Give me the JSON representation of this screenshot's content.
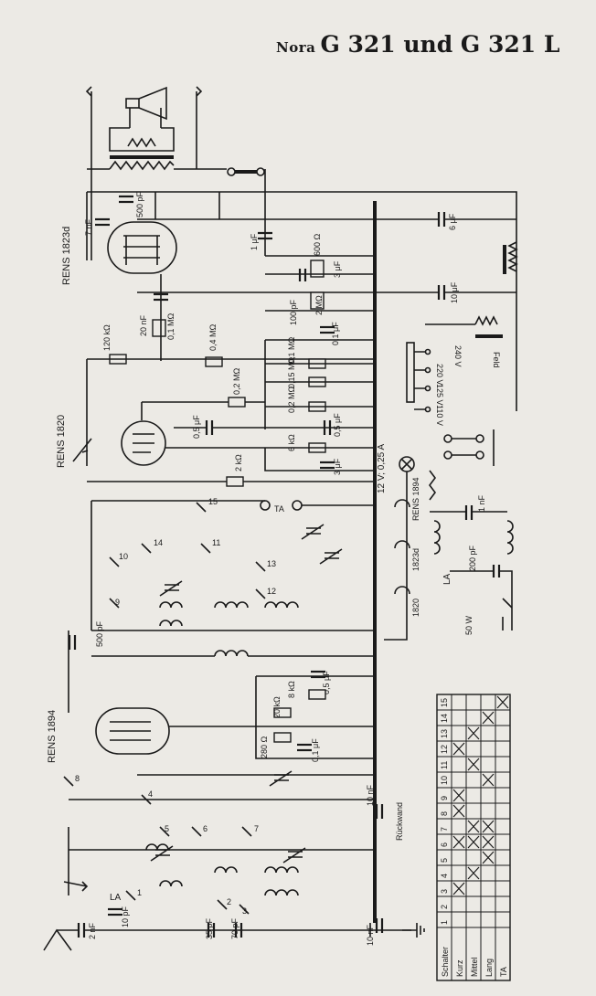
{
  "title": {
    "brand": "Nora",
    "model": "G 321 und G 321 L"
  },
  "tubes": {
    "output": "RENS 1823d",
    "audio": "RENS 1820",
    "rf": "RENS 1894"
  },
  "voltages": [
    "240 V",
    "220 V",
    "125 V",
    "110 V"
  ],
  "heater": "12 V; 0,25 A",
  "back_panel": "Rückwand",
  "field_coil": "Feld",
  "power": "50 W",
  "pickup": "TA",
  "antenna": "LA",
  "components": {
    "c_7nf": "7 nF",
    "c_500pf_top": "500 pF",
    "c_6uf": "6 μF",
    "c_1uf": "1 μF",
    "r_600": "600 Ω",
    "c_3uf_a": "3 μF",
    "c_10uf": "10 μF",
    "c_20nf": "20 nF",
    "r_01mohm": "0,1 MΩ",
    "c_100pf": "100 pF",
    "r_2mohm": "2 MΩ",
    "c_01uf_a": "0,1 μF",
    "r_120k": "120 kΩ",
    "r_04mohm": "0,4 MΩ",
    "r_01mohm_b": "0,1 MΩ",
    "r_015mohm": "0,15 MΩ",
    "r_02mohm_a": "0,2 MΩ",
    "r_02mohm_b": "0,2 MΩ",
    "c_05uf_a": "0,5 μF",
    "c_05uf_b": "0,5 μF",
    "r_6k": "6 kΩ",
    "c_3uf_b": "3 μF",
    "r_2k": "2 kΩ",
    "c_1nf": "1 nF",
    "c_200pf": "200 pF",
    "c_500pf_mid": "500 pF",
    "c_05uf_c": "0,5 μF",
    "r_8k": "8 kΩ",
    "r_20k": "20 kΩ",
    "r_280": "280 Ω",
    "c_01uf_b": "0,1 μF",
    "c_10nf_a": "10 nF",
    "c_10nf_b": "10 nF",
    "c_2nf": "2 nF",
    "c_10pf": "10 pF",
    "c_35pf": "35 pF",
    "c_70pf": "70 pF"
  },
  "switch_numbers": [
    "1",
    "2",
    "3",
    "4",
    "5",
    "6",
    "7",
    "8",
    "9",
    "10",
    "11",
    "12",
    "13",
    "14",
    "15"
  ],
  "switch_table": {
    "header": "Schalter",
    "rows": [
      "Kurz",
      "Mittel",
      "Lang",
      "TA"
    ],
    "crosses": [
      [
        1,
        3
      ],
      [
        1,
        6
      ],
      [
        1,
        8
      ],
      [
        1,
        9
      ],
      [
        1,
        12
      ],
      [
        2,
        4
      ],
      [
        2,
        6
      ],
      [
        2,
        7
      ],
      [
        2,
        11
      ],
      [
        2,
        13
      ],
      [
        3,
        5
      ],
      [
        3,
        6
      ],
      [
        3,
        7
      ],
      [
        3,
        10
      ],
      [
        3,
        14
      ],
      [
        4,
        15
      ]
    ]
  }
}
